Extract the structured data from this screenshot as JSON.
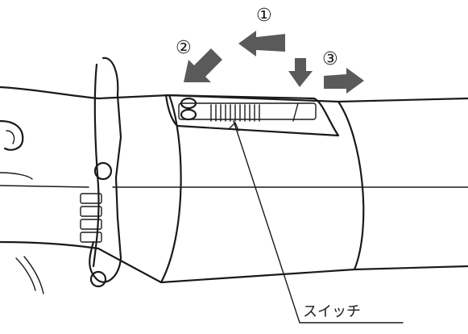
{
  "step_markers": {
    "step1": "①",
    "step2": "②",
    "step3": "③"
  },
  "callout": {
    "switch_label": "スイッチ"
  },
  "colors": {
    "line": "#1a1a1a",
    "arrow": "#5a5a5a",
    "background": "#ffffff"
  }
}
